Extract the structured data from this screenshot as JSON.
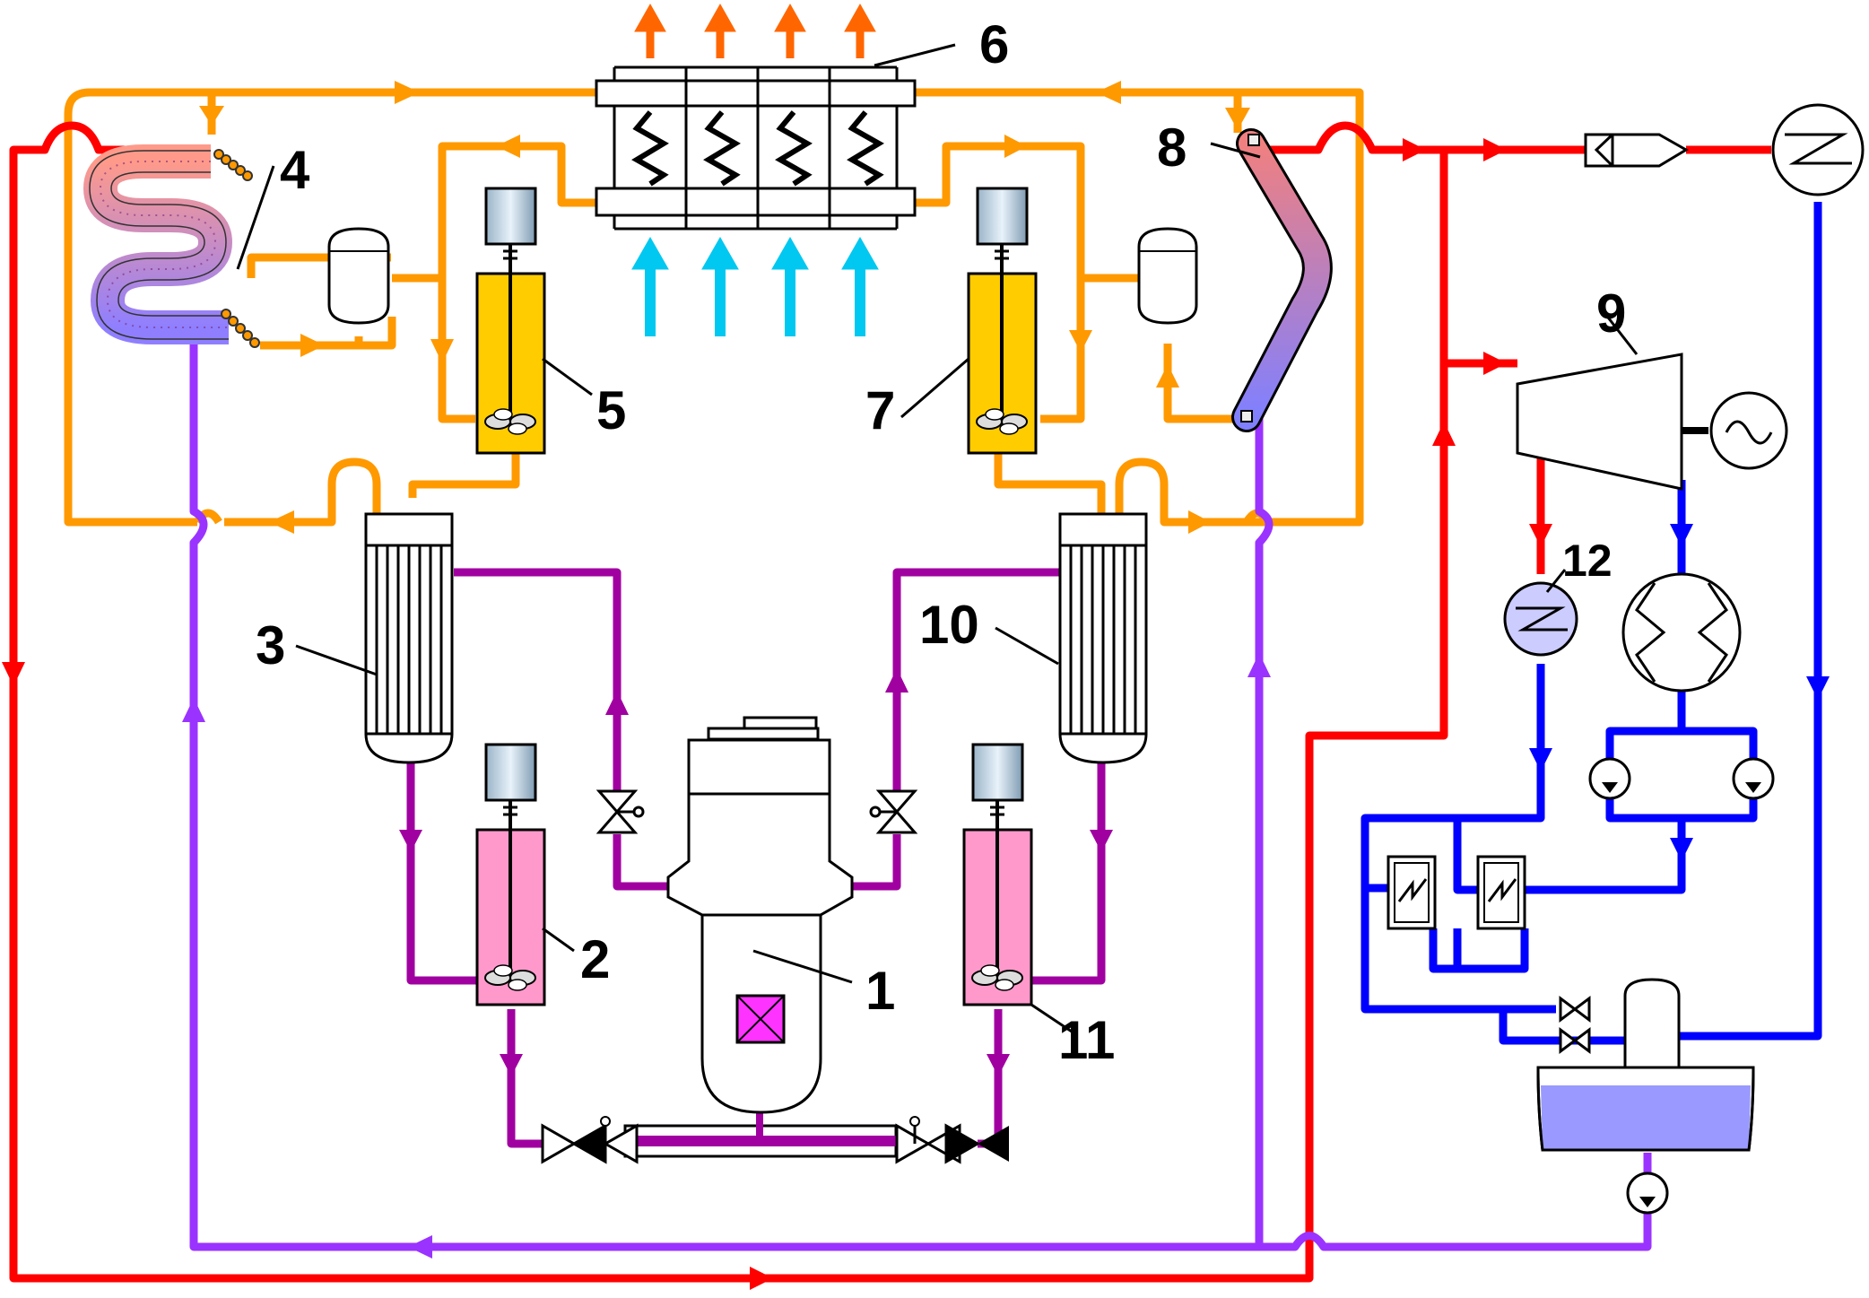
{
  "labels": {
    "l1": "1",
    "l2": "2",
    "l3": "3",
    "l4": "4",
    "l5": "5",
    "l6": "6",
    "l7": "7",
    "l8": "8",
    "l9": "9",
    "l10": "10",
    "l11": "11",
    "l12": "12"
  },
  "colors": {
    "steam": "#ff0000",
    "feedwater": "#0000ff",
    "primary": "#a000a0",
    "intermediate": "#ff9900",
    "return": "#9a33ff",
    "air_in": "#00c8f0",
    "air_out": "#ff6600",
    "pump_tank": "#ff99cc",
    "salt_tank": "#ffcc00",
    "deaerator_water": "#9999ff"
  },
  "icons": [
    "reactor-core-icon",
    "pump-motor-icon",
    "impeller-icon",
    "valve-icon",
    "generator-icon",
    "ejector-icon",
    "condenser-icon",
    "heater-icon",
    "feed-pump-icon"
  ]
}
